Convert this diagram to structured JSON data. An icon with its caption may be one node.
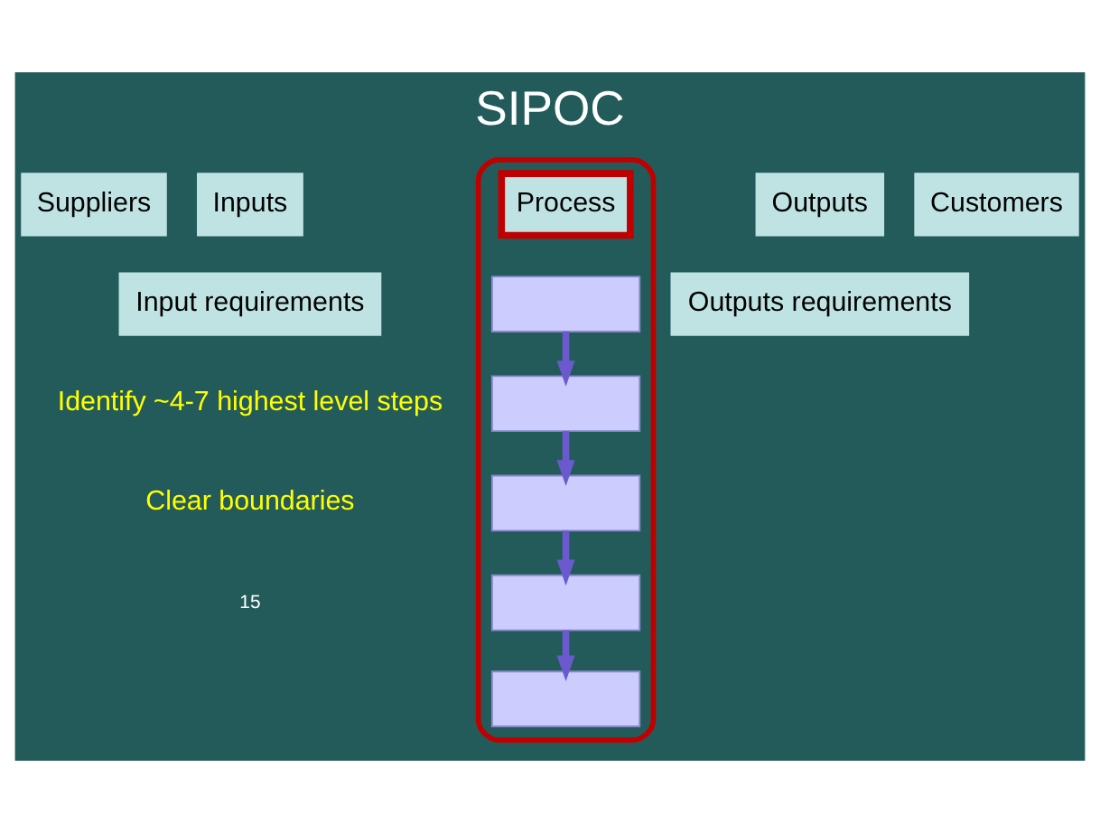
{
  "diagram": {
    "title": "SIPOC",
    "nodes": [
      {
        "text": [
          "Suppliers"
        ]
      },
      {
        "text": [
          "Inputs"
        ]
      },
      {
        "text": [],
        "shape": "box"
      },
      {
        "text": [
          "Process"
        ],
        "in": 2
      },
      {
        "text": [
          "Outputs"
        ]
      },
      {
        "text": [
          "Customers"
        ]
      },
      {
        "text": [
          "Input requirements"
        ]
      },
      {
        "text": [
          "Outputs requirements"
        ]
      },
      {
        "text": [],
        "shape": "box",
        "in": 2
      },
      {
        "text": [],
        "shape": "box",
        "in": 2
      },
      {
        "text": [],
        "shape": "box",
        "in": 2
      },
      {
        "text": [],
        "shape": "box",
        "in": 2
      },
      {
        "text": [],
        "shape": "box",
        "in": 2
      }
    ],
    "edges": [
      {
        "from": 8,
        "to": 9,
        "arrow": "to"
      },
      {
        "from": 9,
        "to": 10,
        "arrow": "to"
      },
      {
        "from": 10,
        "to": 11,
        "arrow": "to"
      },
      {
        "from": 11,
        "to": 12,
        "arrow": "to"
      }
    ],
    "labels": [
      "Identify ~4-7 highest level steps",
      "Clear boundaries",
      "15"
    ]
  }
}
